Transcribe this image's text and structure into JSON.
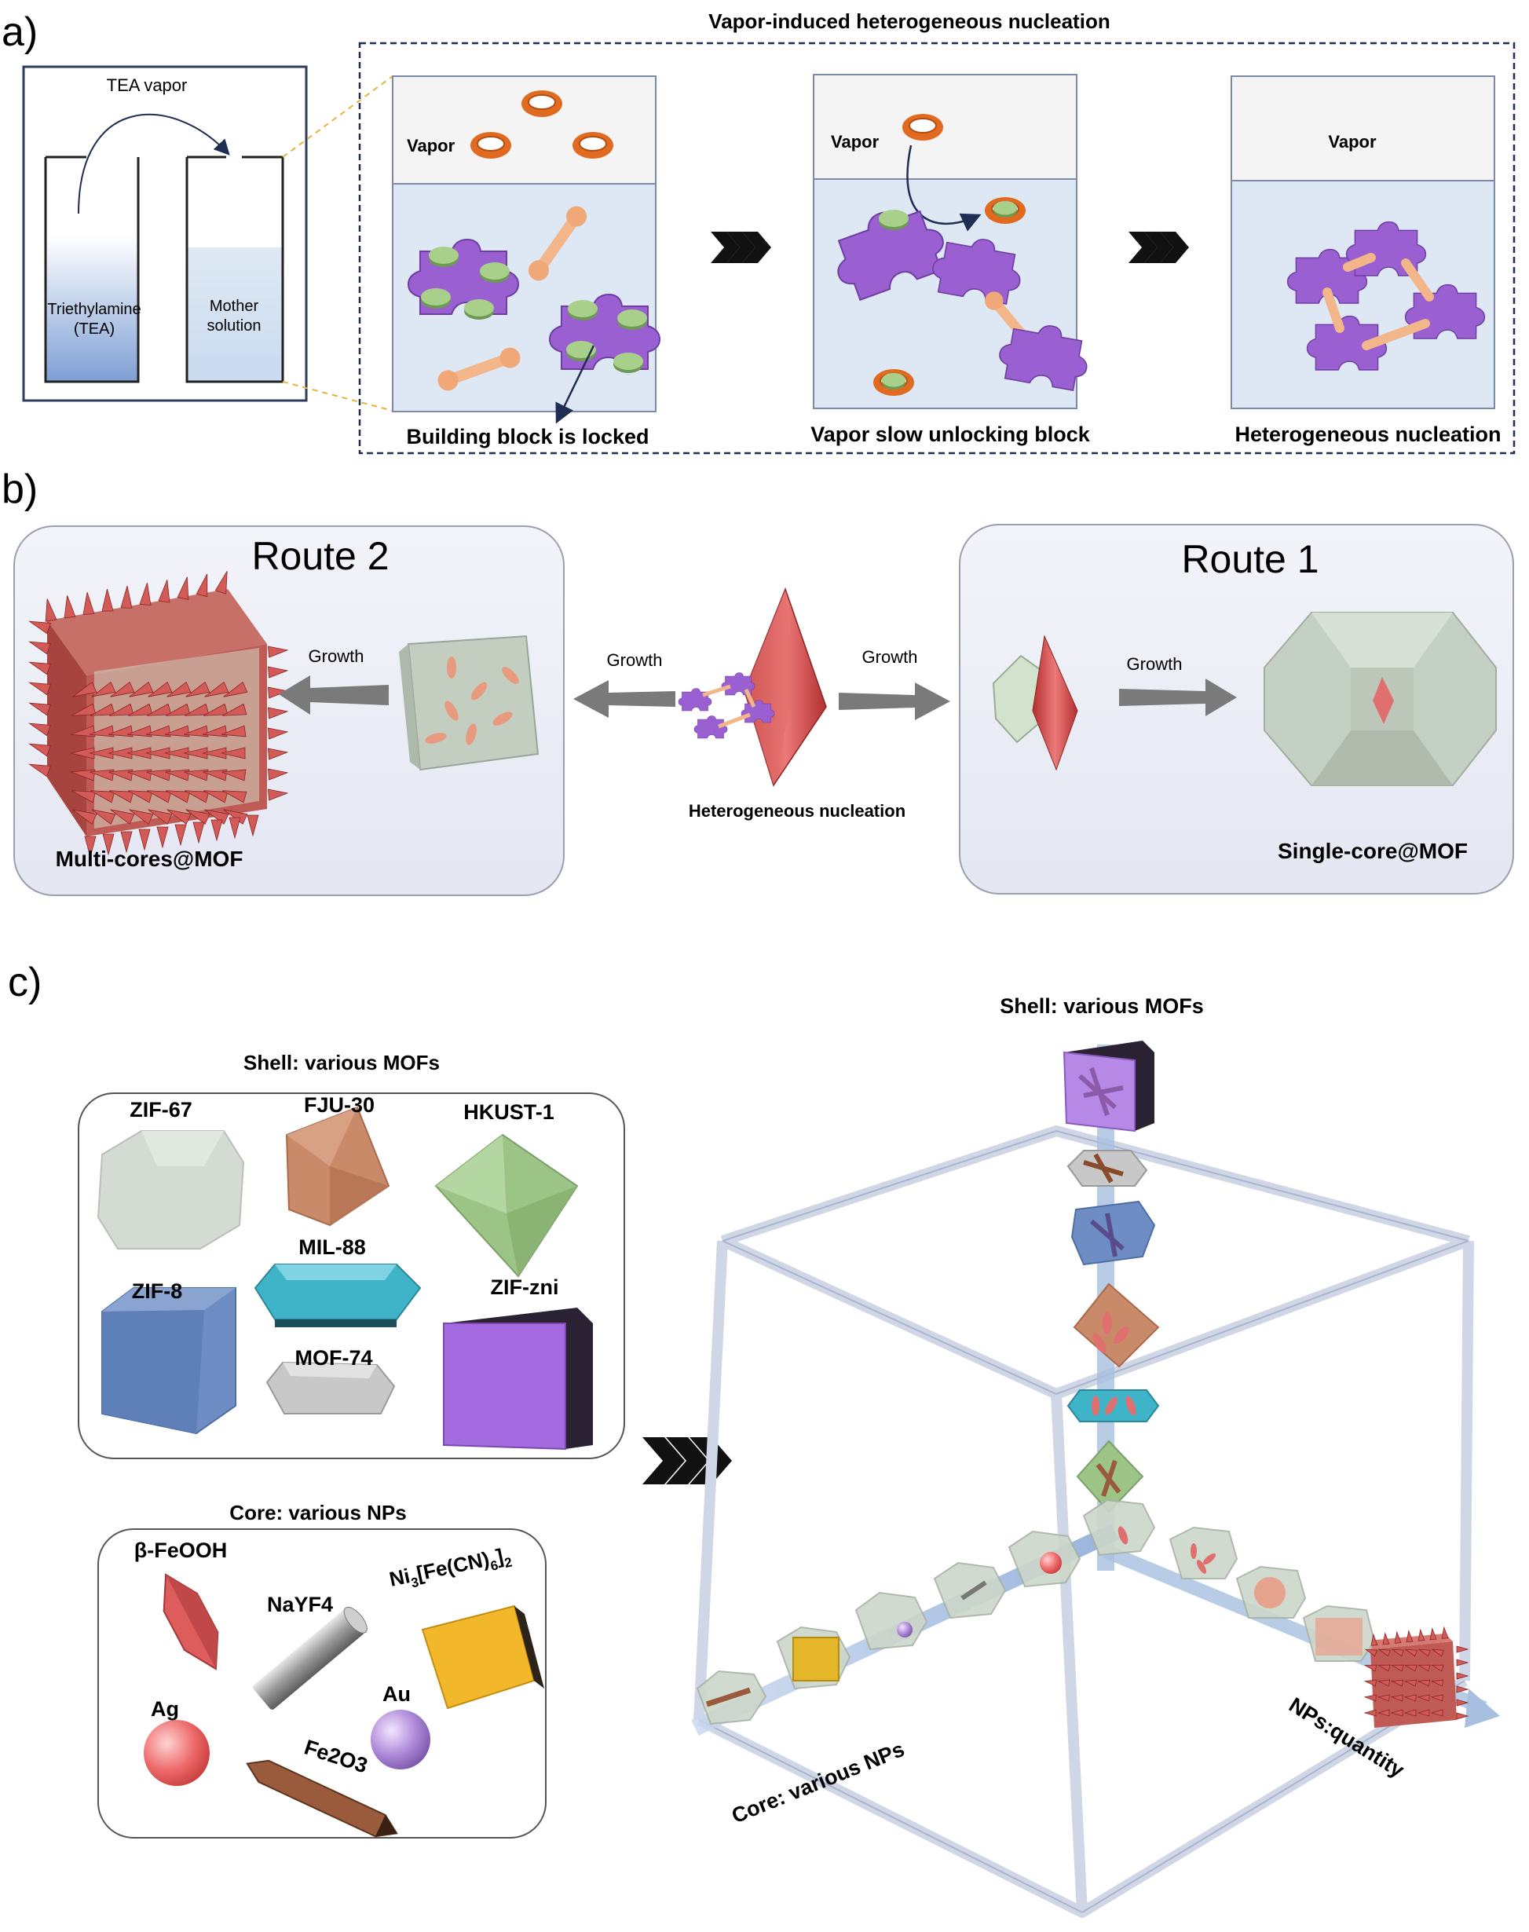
{
  "panels": {
    "a": {
      "label": "a)",
      "title": "Vapor-induced heterogeneous nucleation",
      "tea_vapor": "TEA vapor",
      "tea_vial": [
        "Triethylamine",
        "(TEA)"
      ],
      "mother_vial": [
        "Mother",
        "solution"
      ],
      "vapor_label": "Vapor",
      "steps": [
        "Building block is locked",
        "Vapor slow unlocking block",
        "Heterogeneous nucleation"
      ]
    },
    "b": {
      "label": "b)",
      "route2_title": "Route 2",
      "route1_title": "Route 1",
      "growth": "Growth",
      "center_caption": "Heterogeneous nucleation",
      "multi_core": "Multi-cores@MOF",
      "single_core": "Single-core@MOF"
    },
    "c": {
      "label": "c)",
      "shell_title": "Shell: various MOFs",
      "mofs": [
        "ZIF-67",
        "FJU-30",
        "HKUST-1",
        "MIL-88",
        "ZIF-8",
        "ZIF-zni",
        "MOF-74"
      ],
      "core_title": "Core: various NPs",
      "nps": [
        "β-FeOOH",
        "NaYF4",
        "Ag",
        "Au",
        "Fe2O3"
      ],
      "ni_formula": {
        "a": "Ni",
        "b": "3",
        "c": "[Fe(CN)",
        "d": "6",
        "e": "]",
        "f": "2"
      },
      "axis_shell": "Shell: various MOFs",
      "axis_core": "Core: various NPs",
      "axis_qty": "NPs:quantity"
    }
  },
  "colors": {
    "purple_block": "#9a5fd0",
    "green_cap": "#9cc77e",
    "linker": "#f3b58a",
    "vapor_ring": "#e06a1f",
    "solution": "#dde8f4",
    "red_core": "#d9504f",
    "mof_gray": "#c8d3c6",
    "dashed_box": "#1f2d52"
  }
}
